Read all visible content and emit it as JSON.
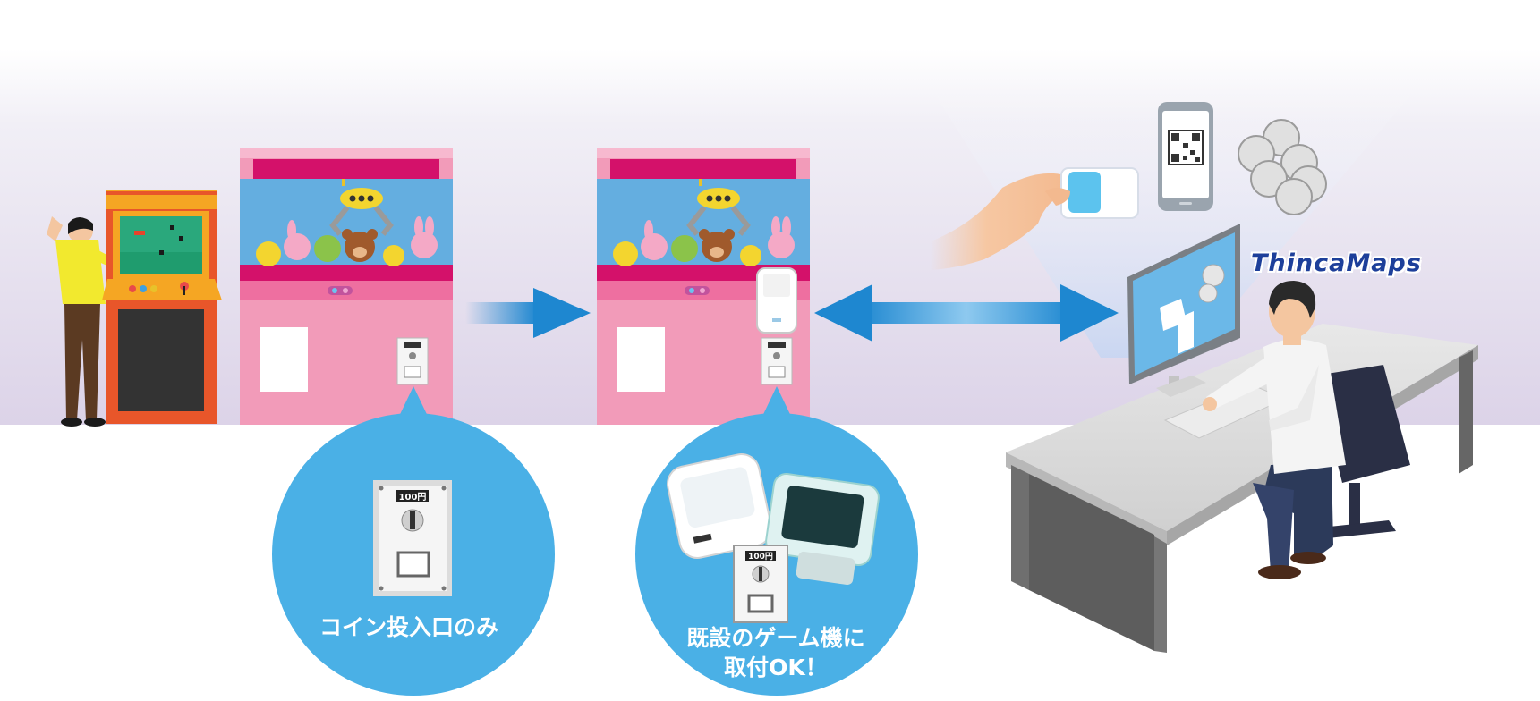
{
  "labels": {
    "coin_slot_only": "コイン投入口のみ",
    "retrofit_line1": "既設のゲーム機に",
    "retrofit_line2": "取付OK！"
  },
  "brand": {
    "logo_text": "ThincaMaps"
  },
  "coin_mech": {
    "denomination": "100円"
  },
  "colors": {
    "bubble_blue": "#4ab0e6",
    "arrow_blue": "#1e87d0",
    "cabinet_pink": "#f29bb9",
    "cabinet_magenta": "#d4116a",
    "logo_navy": "#1d3f9a"
  },
  "icons": [
    "arcade-machine-icon",
    "player-icon",
    "claw-machine-icon",
    "payment-terminal-icon",
    "ic-card-icon",
    "smartphone-qr-icon",
    "coins-icon",
    "monitor-icon",
    "office-worker-icon",
    "desk-icon"
  ]
}
